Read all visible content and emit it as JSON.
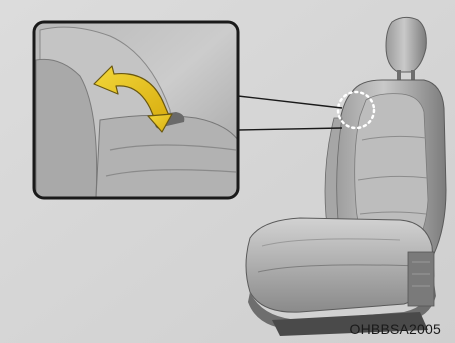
{
  "figure": {
    "code": "OHBBSA2005",
    "background_color": "#d9d9d9",
    "frame_color": "#1a1a1a",
    "arrow_color": "#e8c21a",
    "arrow_outline_color": "#6a5810",
    "highlight_color": "#ffffff",
    "icons": [
      "seat-illustration",
      "adjustment-arrow-icon",
      "dotted-highlight-circle"
    ]
  }
}
